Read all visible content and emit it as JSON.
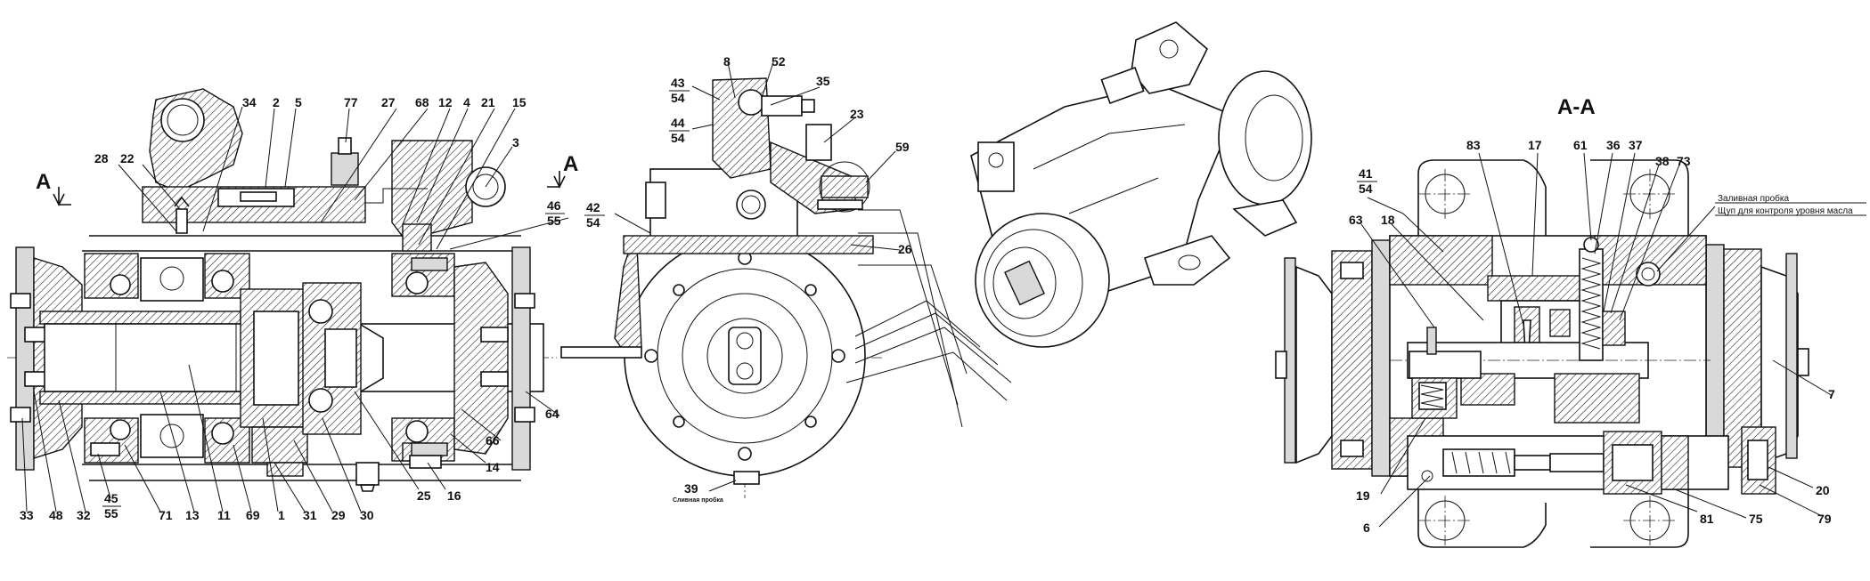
{
  "side_view": {
    "section_marker_left": "A",
    "section_marker_right": "A",
    "labels": {
      "p34": "34",
      "p2": "2",
      "p5": "5",
      "p77": "77",
      "p27": "27",
      "p68": "68",
      "p12": "12",
      "p4": "4",
      "p21": "21",
      "p15": "15",
      "p3": "3",
      "p28": "28",
      "p22": "22",
      "p46": "46",
      "p55a": "55",
      "p64": "64",
      "p66": "66",
      "p14": "14",
      "p16": "16",
      "p25": "25",
      "p30": "30",
      "p29": "29",
      "p31": "31",
      "p1": "1",
      "p69": "69",
      "p11": "11",
      "p13": "13",
      "p71": "71",
      "p45": "45",
      "p55b": "55",
      "p32": "32",
      "p48": "48",
      "p33": "33"
    }
  },
  "front_view": {
    "labels": {
      "p8": "8",
      "p52": "52",
      "p35": "35",
      "p43": "43",
      "p54a": "54",
      "p44": "44",
      "p54b": "54",
      "p23": "23",
      "p59": "59",
      "p42": "42",
      "p54c": "54",
      "p26": "26",
      "p39": "39"
    },
    "drain_plug_note": "Сливная пробка"
  },
  "section_view": {
    "title": "A-A",
    "fill_plug_note": "Заливная пробка",
    "dipstick_note": "Щуп для контроля уровня масла",
    "labels": {
      "p41": "41",
      "p54": "54",
      "p83": "83",
      "p17": "17",
      "p61": "61",
      "p36": "36",
      "p37": "37",
      "p38": "38",
      "p73": "73",
      "p63": "63",
      "p18": "18",
      "p7": "7",
      "p19": "19",
      "p6": "6",
      "p81": "81",
      "p75": "75",
      "p79": "79",
      "p20": "20"
    }
  }
}
